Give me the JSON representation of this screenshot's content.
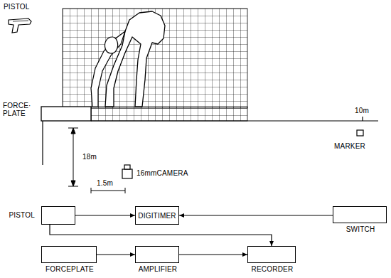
{
  "diagram": {
    "nodes": [
      {
        "text": [
          "PISTOL"
        ]
      },
      {
        "text": [
          "DIGITIMER"
        ]
      },
      {
        "text": [
          "SWITCH"
        ]
      },
      {
        "text": [
          "FORCEPLATE"
        ]
      },
      {
        "text": [
          "AMPLIFIER"
        ]
      },
      {
        "text": [
          "RECORDER"
        ]
      }
    ],
    "edges": [
      {
        "from": 0,
        "to": 1,
        "arrow": "to"
      },
      {
        "from": 2,
        "to": 1,
        "arrow": "to"
      },
      {
        "from": 0,
        "to": 5,
        "arrow": "to"
      },
      {
        "from": 3,
        "to": 4,
        "arrow": "to"
      },
      {
        "from": 4,
        "to": 5,
        "arrow": "to"
      }
    ],
    "labels": [
      "PISTOL",
      "FORCE· PLATE",
      "10m",
      "MARKER",
      "18m",
      "16mmCAMERA",
      "1.5m"
    ]
  }
}
